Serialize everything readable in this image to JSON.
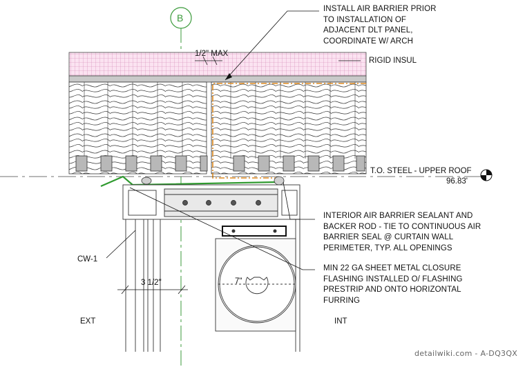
{
  "grid": {
    "bubble": "B"
  },
  "notes": {
    "air_barrier": [
      "INSTALL AIR BARRIER PRIOR",
      "TO INSTALLATION OF",
      "ADJACENT DLT PANEL,",
      "COORDINATE W/ ARCH"
    ],
    "rigid_insul": "RIGID INSUL",
    "interior_sealant": [
      "INTERIOR AIR BARRIER SEALANT AND",
      "BACKER ROD - TIE TO CONTINUOUS AIR",
      "BARRIER SEAL @ CURTAIN WALL",
      "PERIMETER, TYP. ALL OPENINGS"
    ],
    "closure": [
      "MIN 22 GA SHEET METAL CLOSURE",
      "FLASHING INSTALLED O/ FLASHING",
      "PRESTRIP AND ONTO HORIZONTAL",
      "FURRING"
    ]
  },
  "dimensions": {
    "max_gap": "1/2\" MAX",
    "width": "3 1/2\"",
    "diameter": "7\""
  },
  "elevation": {
    "label": "T.O. STEEL - UPPER ROOF",
    "value": "96.83'"
  },
  "labels": {
    "cw": "CW-1",
    "ext": "EXT",
    "int": "INT"
  },
  "watermark": "detailwiki.com - A-DQ3QX"
}
